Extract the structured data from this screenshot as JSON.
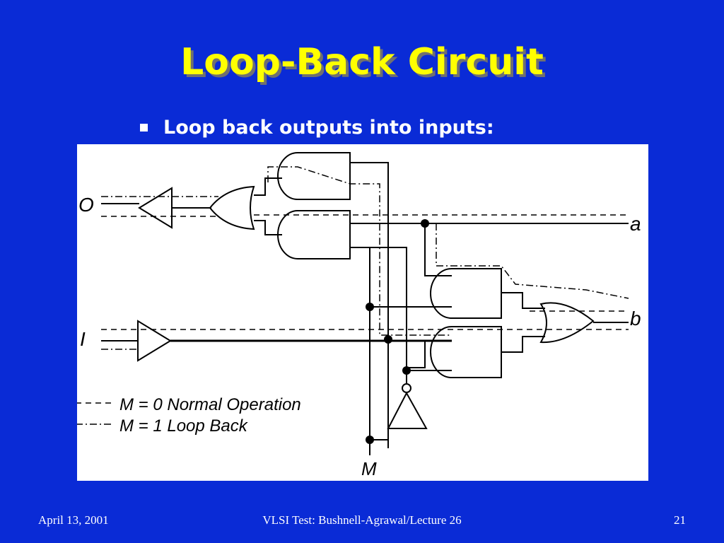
{
  "slide": {
    "title": "Loop-Back Circuit",
    "bullet": "Loop back outputs into inputs:"
  },
  "diagram": {
    "pin_o": "O",
    "pin_i": "I",
    "pin_a": "a",
    "pin_b": "b",
    "pin_m": "M",
    "legend_normal": "M = 0 Normal Operation",
    "legend_loopback": "M = 1 Loop Back"
  },
  "footer": {
    "date": "April 13, 2001",
    "course": "VLSI Test: Bushnell-Agrawal/Lecture 26",
    "page": "21"
  },
  "colors": {
    "background": "#0a2bd6",
    "title": "#ffff00",
    "title_shadow": "#707070",
    "text": "#ffffff"
  }
}
